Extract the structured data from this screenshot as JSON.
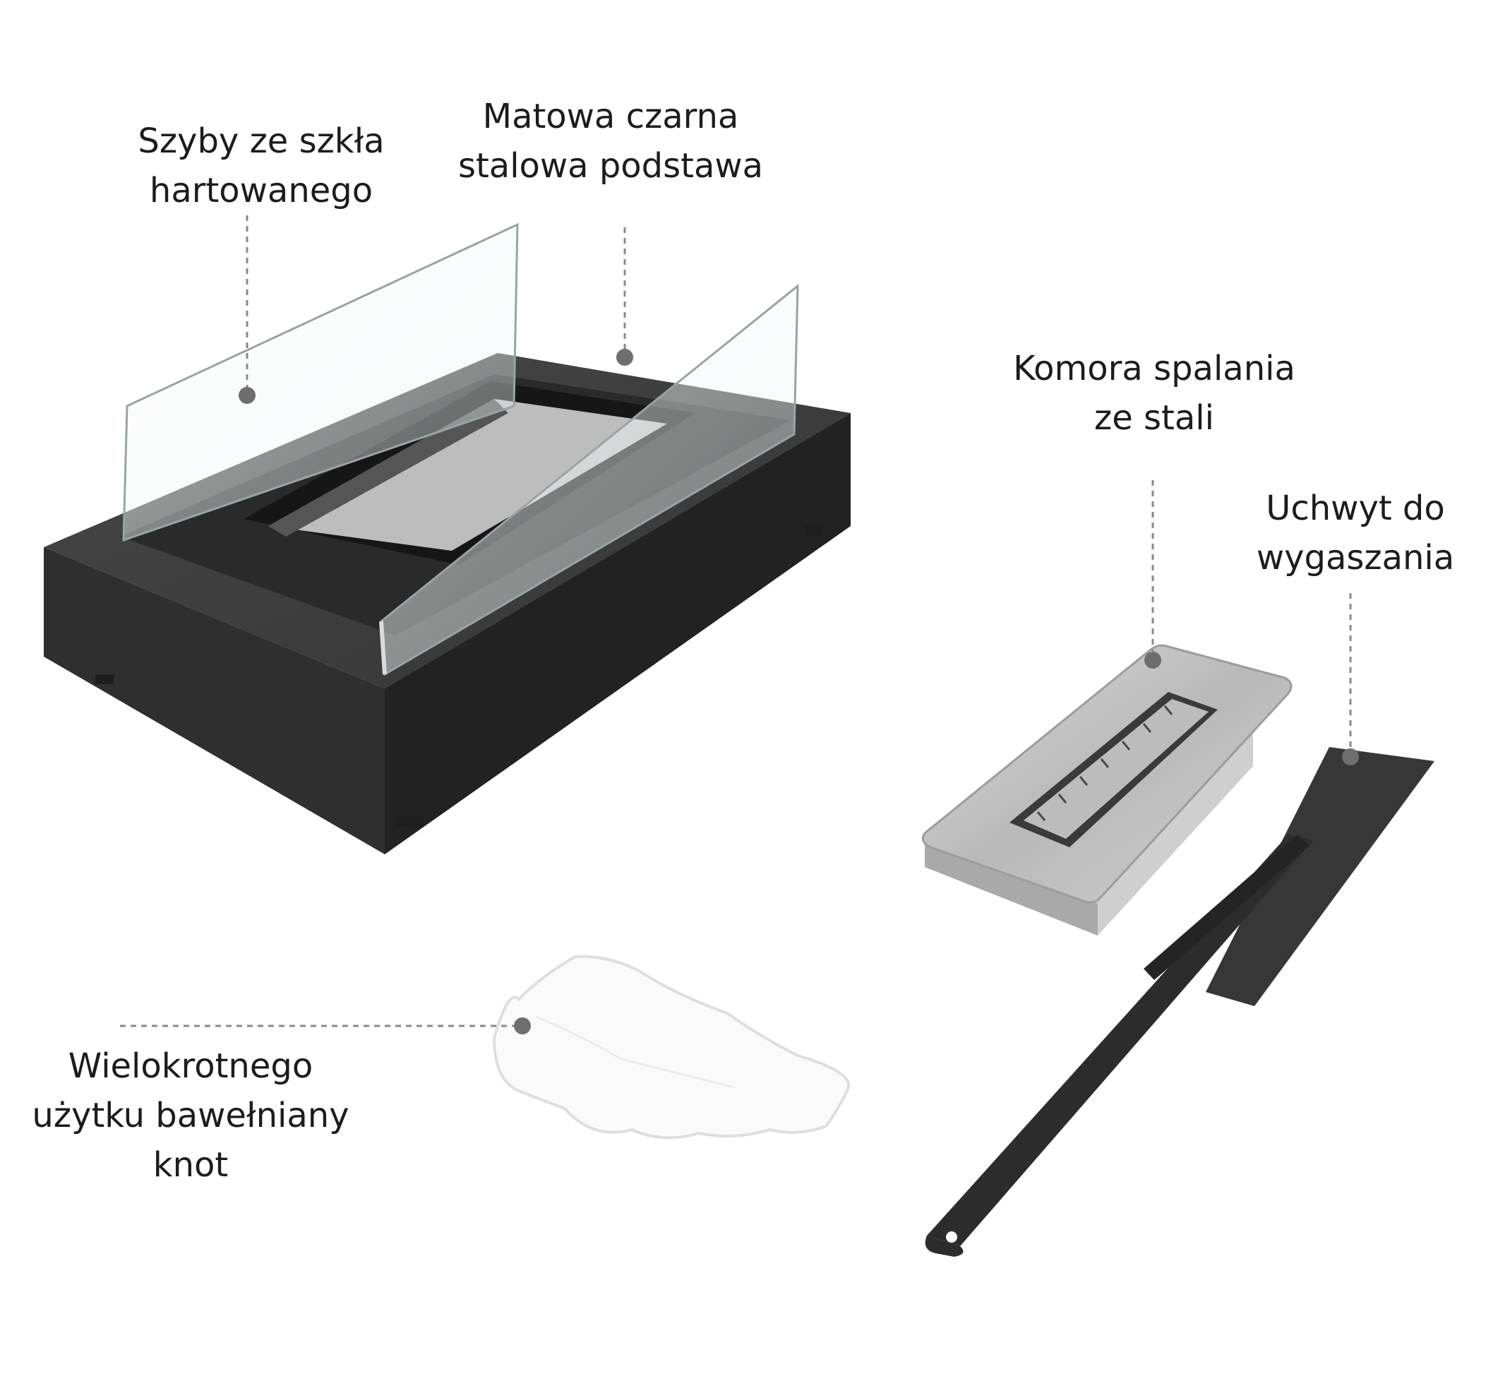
{
  "labels": {
    "glass": {
      "line1": "Szyby ze szkła",
      "line2": "hartowanego"
    },
    "base": {
      "line1": "Matowa czarna",
      "line2": "stalowa podstawa"
    },
    "chamber": {
      "line1": "Komora spalania",
      "line2": "ze stali"
    },
    "handle": {
      "line1": "Uchwyt do",
      "line2": "wygaszania"
    },
    "wick": {
      "line1": "Wielokrotnego",
      "line2": "użytku bawełniany",
      "line3": "knot"
    }
  },
  "colors": {
    "text": "#1c1c1c",
    "leader": "#8a8a8a",
    "marker": "#6e6e6e",
    "base_top": "#3e3e3e",
    "base_front": "#2f2f2f",
    "base_side": "#232323",
    "steel": "#c8c8c8",
    "wick": "#fafafa"
  }
}
